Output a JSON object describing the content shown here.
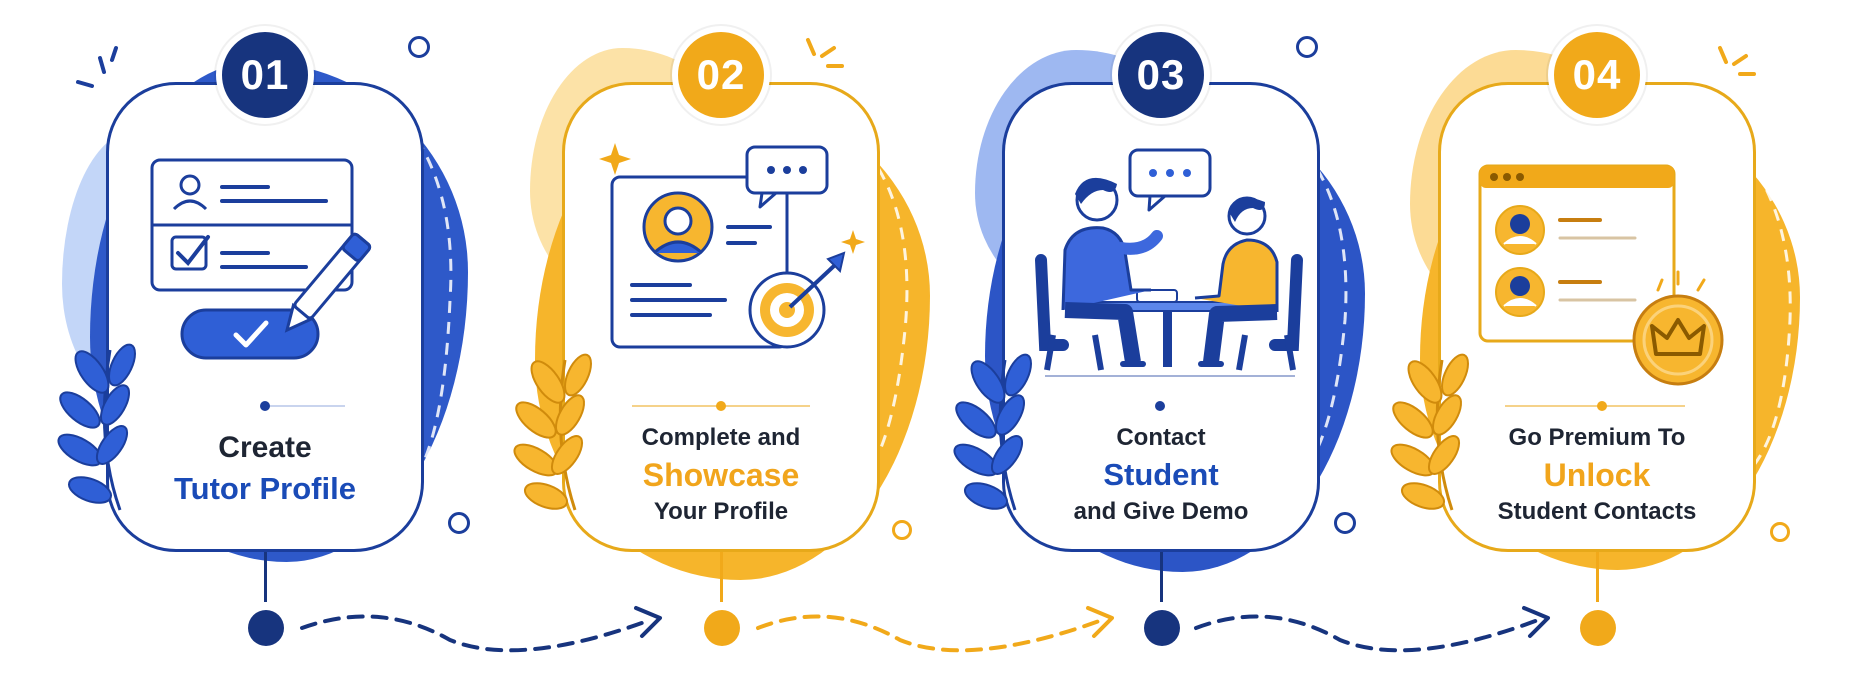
{
  "steps": [
    {
      "number": "01",
      "title_line1": "Create",
      "title_accent": "Tutor Profile",
      "title_line3": ""
    },
    {
      "number": "02",
      "title_line1": "Complete and",
      "title_accent": "Showcase",
      "title_line3": "Your Profile"
    },
    {
      "number": "03",
      "title_line1": "Contact",
      "title_accent": "Student",
      "title_line3": "and Give Demo"
    },
    {
      "number": "04",
      "title_line1": "Go Premium To",
      "title_accent": "Unlock",
      "title_line3": "Student Contacts"
    }
  ],
  "colors": {
    "blue": "#17347e",
    "blue_accent": "#1a4bb7",
    "gold": "#f1a91a",
    "text": "#1e2533"
  },
  "icons": [
    "profile-form-icon",
    "showcase-profile-icon",
    "contact-student-icon",
    "premium-unlock-icon"
  ]
}
